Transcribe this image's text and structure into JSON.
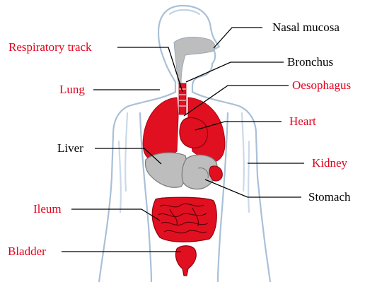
{
  "colors": {
    "highlight": "#e3001b",
    "normal": "#000000",
    "outline": "#a9c0d8",
    "organ_gray": "#bdbdbd",
    "organ_red": "#e01020"
  },
  "labels": {
    "nasal_mucosa": {
      "text": "Nasal mucosa",
      "highlighted": false
    },
    "respiratory_track": {
      "text": "Respiratory track",
      "highlighted": true
    },
    "bronchus": {
      "text": "Bronchus",
      "highlighted": false
    },
    "lung": {
      "text": "Lung",
      "highlighted": true
    },
    "oesophagus": {
      "text": "Oesophagus",
      "highlighted": true
    },
    "heart": {
      "text": "Heart",
      "highlighted": true
    },
    "liver": {
      "text": "Liver",
      "highlighted": false
    },
    "kidney": {
      "text": "Kidney",
      "highlighted": true
    },
    "stomach": {
      "text": "Stomach",
      "highlighted": false
    },
    "ileum": {
      "text": "Ileum",
      "highlighted": true
    },
    "bladder": {
      "text": "Bladder",
      "highlighted": true
    }
  }
}
